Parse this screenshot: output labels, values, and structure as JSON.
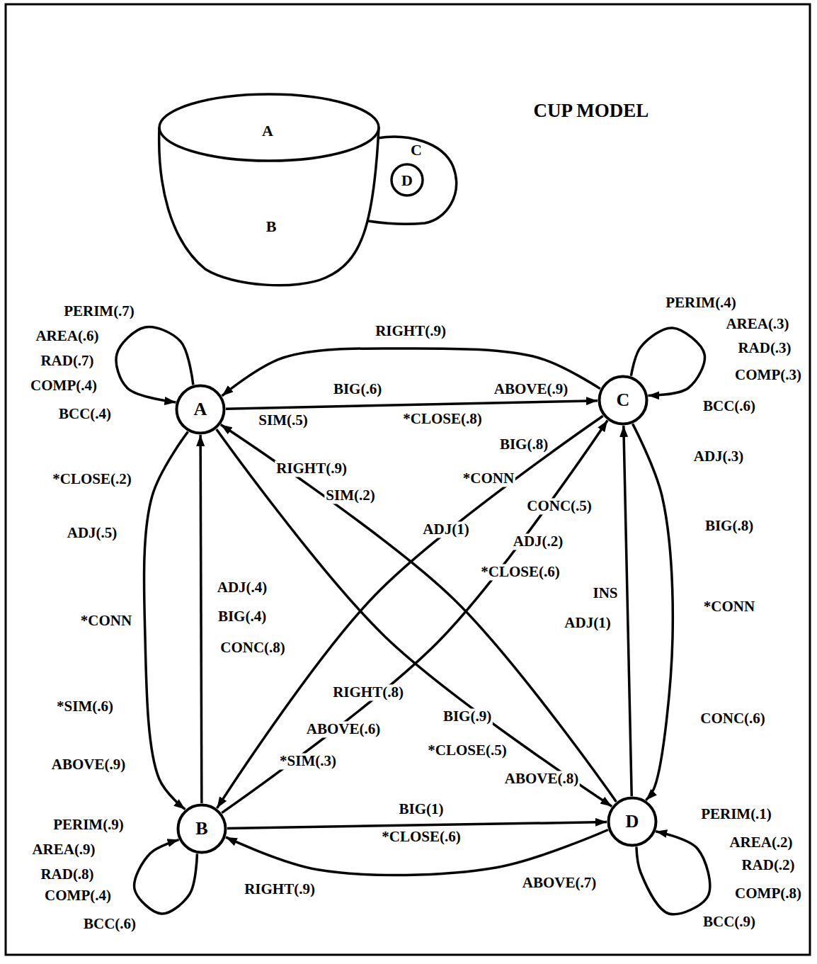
{
  "diagram": {
    "title": "CUP MODEL",
    "nodes": [
      {
        "text": [
          "A"
        ]
      },
      {
        "text": [
          "C"
        ]
      },
      {
        "text": [
          "B"
        ]
      },
      {
        "text": [
          "D"
        ]
      }
    ],
    "edges": [
      {
        "from": 0,
        "to": 0,
        "arrow": "to",
        "label": "PERIM(.7)"
      },
      {
        "from": 1,
        "to": 1,
        "arrow": "to",
        "label": "PERIM(.4)"
      },
      {
        "from": 2,
        "to": 2,
        "arrow": "to",
        "label": "PERIM(.9)"
      },
      {
        "from": 3,
        "to": 3,
        "arrow": "to",
        "label": "PERIM(.1)"
      },
      {
        "from": 1,
        "to": 0,
        "arrow": "to",
        "label": "RIGHT(.9)"
      },
      {
        "from": 0,
        "to": 1,
        "arrow": "to",
        "label": "BIG(.6)"
      },
      {
        "from": 3,
        "to": 0,
        "arrow": "to",
        "label": "RIGHT(.9)"
      },
      {
        "from": 2,
        "to": 1,
        "arrow": "to",
        "label": "BIG(.8)"
      },
      {
        "from": 1,
        "to": 2,
        "arrow": "to",
        "label": "RIGHT(.8)"
      },
      {
        "from": 0,
        "to": 3,
        "arrow": "to",
        "label": "BIG(.9)"
      },
      {
        "from": 0,
        "to": 2,
        "arrow": "to",
        "label": "ADJ(.5)"
      },
      {
        "from": 2,
        "to": 0,
        "arrow": "to",
        "label": "ADJ(.4)"
      },
      {
        "from": 1,
        "to": 3,
        "arrow": "to",
        "label": "BIG(.8)"
      },
      {
        "from": 3,
        "to": 1,
        "arrow": "to",
        "label": "INS"
      },
      {
        "from": 2,
        "to": 3,
        "arrow": "to",
        "label": "BIG(1)"
      },
      {
        "from": 3,
        "to": 2,
        "arrow": "to",
        "label": "RIGHT(.9)"
      }
    ],
    "labels": [
      "A",
      "C",
      "D",
      "B",
      "AREA(.6)",
      "RAD(.7)",
      "COMP(.4)",
      "BCC(.4)",
      "AREA(.3)",
      "RAD(.3)",
      "COMP(.3)",
      "BCC(.6)",
      "AREA(.9)",
      "RAD(.8)",
      "COMP(.4)",
      "BCC(.6)",
      "AREA(.2)",
      "RAD(.2)",
      "COMP(.8)",
      "BCC(.9)",
      "SIM(.5)",
      "ABOVE(.9)",
      "*CLOSE(.8)",
      "SIM(.2)",
      "*CONN",
      "CONC(.5)",
      "ADJ(.2)",
      "*CLOSE(.6)",
      "ADJ(1)",
      "ABOVE(.6)",
      "*SIM(.3)",
      "*CLOSE(.5)",
      "ABOVE(.8)",
      "*CLOSE(.2)",
      "*CONN",
      "*SIM(.6)",
      "ABOVE(.9)",
      "BIG(.4)",
      "CONC(.8)",
      "ADJ(.3)",
      "*CONN",
      "CONC(.6)",
      "ADJ(1)",
      "*CLOSE(.6)",
      "ABOVE(.7)"
    ]
  }
}
